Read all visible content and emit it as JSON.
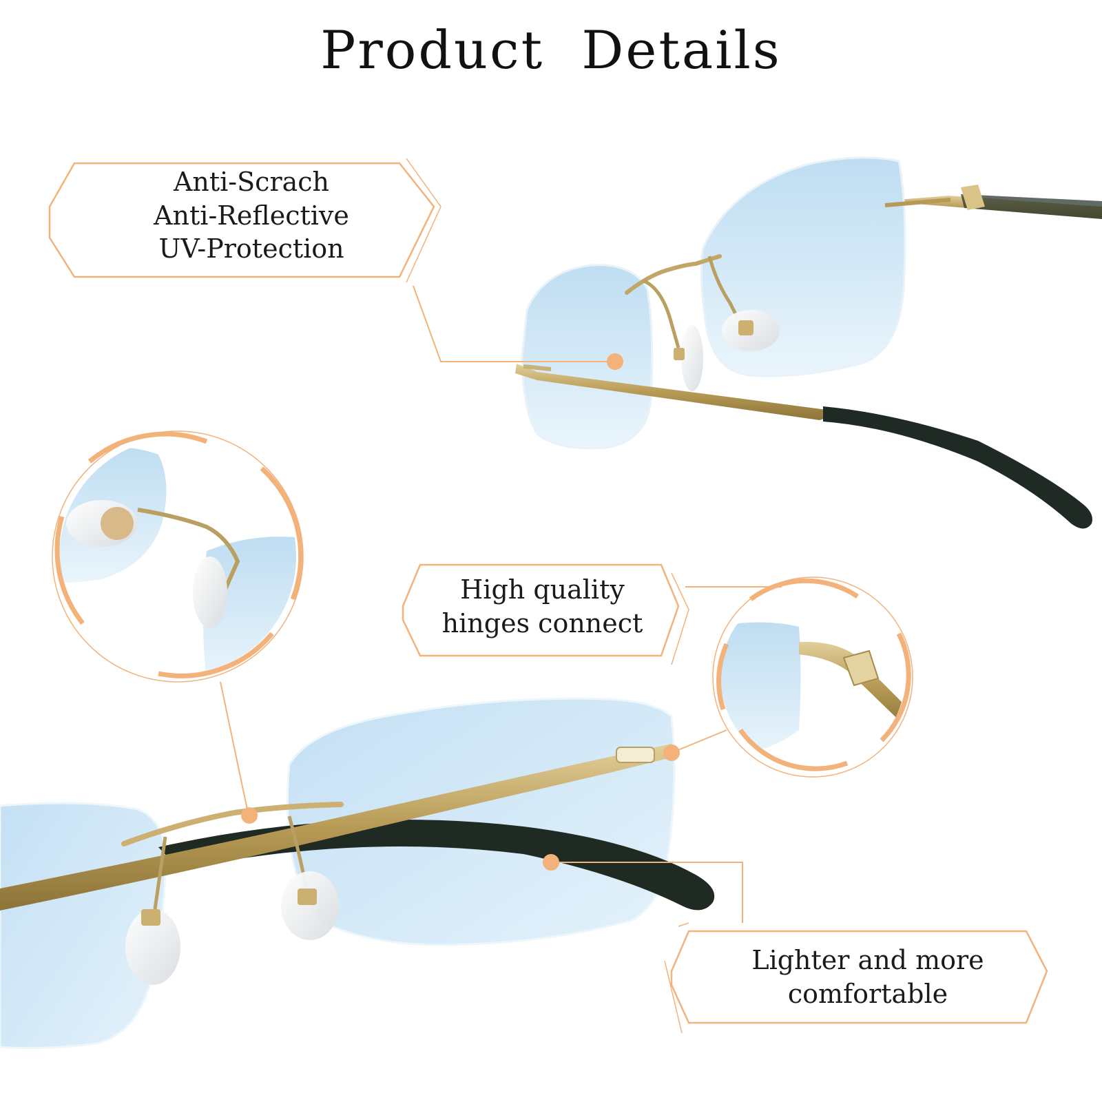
{
  "header": {
    "title": "Product  Details"
  },
  "callouts": {
    "lens_features": {
      "lines": [
        "Anti-Scrach",
        "Anti-Reflective",
        "UV-Protection"
      ]
    },
    "hinges": {
      "lines": [
        "High quality",
        "hinges connect"
      ]
    },
    "comfort": {
      "lines": [
        "Lighter and more",
        "comfortable"
      ]
    }
  },
  "colors": {
    "accent": "#F2B27A",
    "lens_tint": "#CFE6F6",
    "frame_gold": "#C9B27A",
    "temple_tip": "#1F2A24",
    "background": "#FFFFFF"
  }
}
